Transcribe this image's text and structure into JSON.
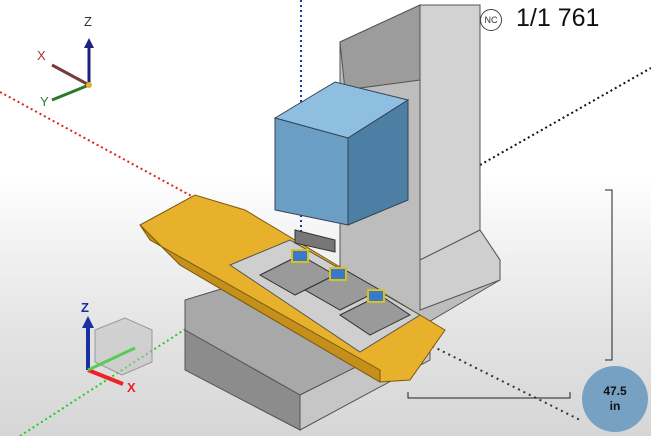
{
  "header": {
    "nc_badge": "NC",
    "counter": "1/1 761"
  },
  "triad_top": {
    "z": "Z",
    "x": "X",
    "y": "Y"
  },
  "triad_bottom": {
    "z": "Z",
    "x": "X"
  },
  "scale": {
    "value": "47.5",
    "unit": "in"
  },
  "colors": {
    "table": "#e8b12c",
    "spindle": "#6a9ec4",
    "body": "#b4b4b4",
    "scale_badge": "#77a1c3"
  }
}
